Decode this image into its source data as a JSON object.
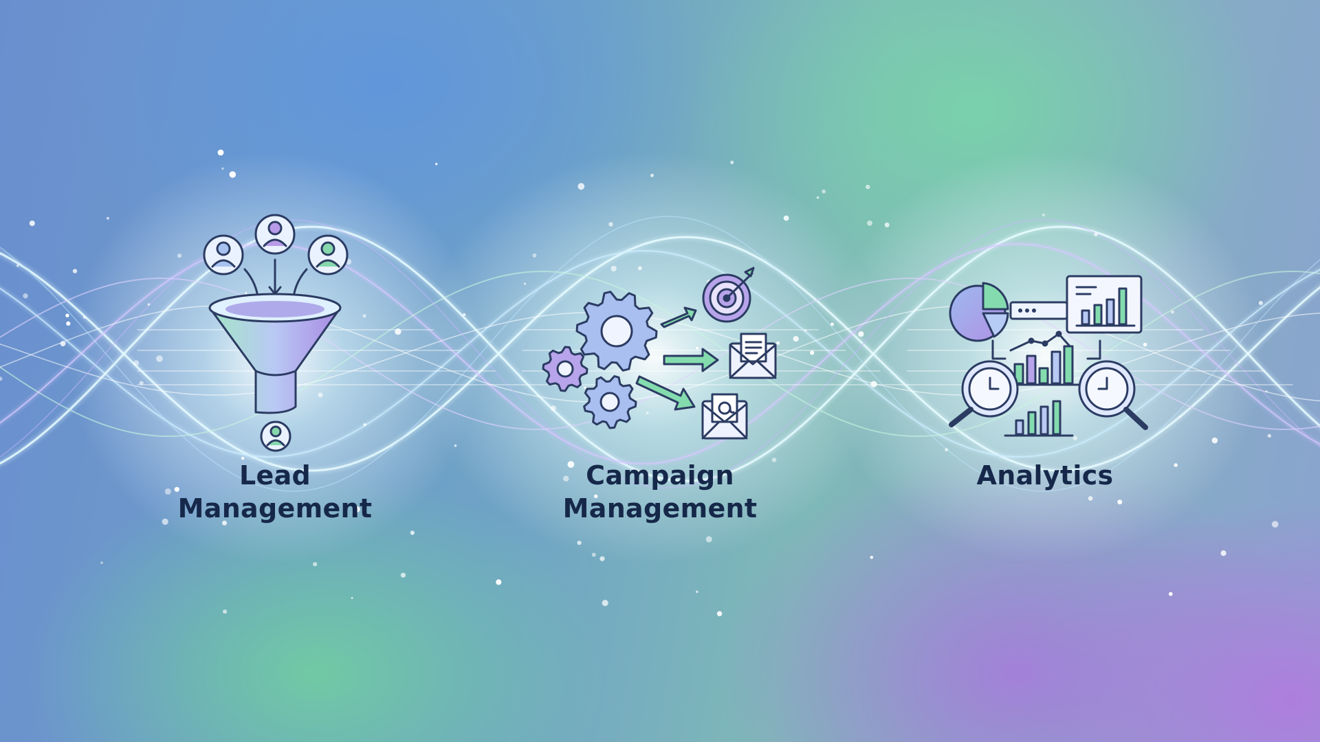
{
  "sections": [
    {
      "id": "lead",
      "title_lines": [
        "Lead",
        "Management"
      ]
    },
    {
      "id": "campaign",
      "title_lines": [
        "Campaign",
        "Management"
      ]
    },
    {
      "id": "analytics",
      "title_lines": [
        "Analytics"
      ]
    }
  ],
  "icons": {
    "lead": [
      "user-icon",
      "funnel-icon"
    ],
    "campaign": [
      "gear-icon",
      "arrow-icon",
      "target-icon",
      "envelope-icon",
      "email-at-icon"
    ],
    "analytics": [
      "pie-chart-icon",
      "bar-chart-icon",
      "line-chart-icon",
      "magnifier-icon",
      "clock-icon"
    ]
  },
  "colors": {
    "label": "#16284a",
    "stroke": "#2b3b62",
    "green": "#7ed6a6",
    "purple": "#a88fe0",
    "blue": "#8fb0f0",
    "wave_cyan": "#d9f6ff"
  }
}
